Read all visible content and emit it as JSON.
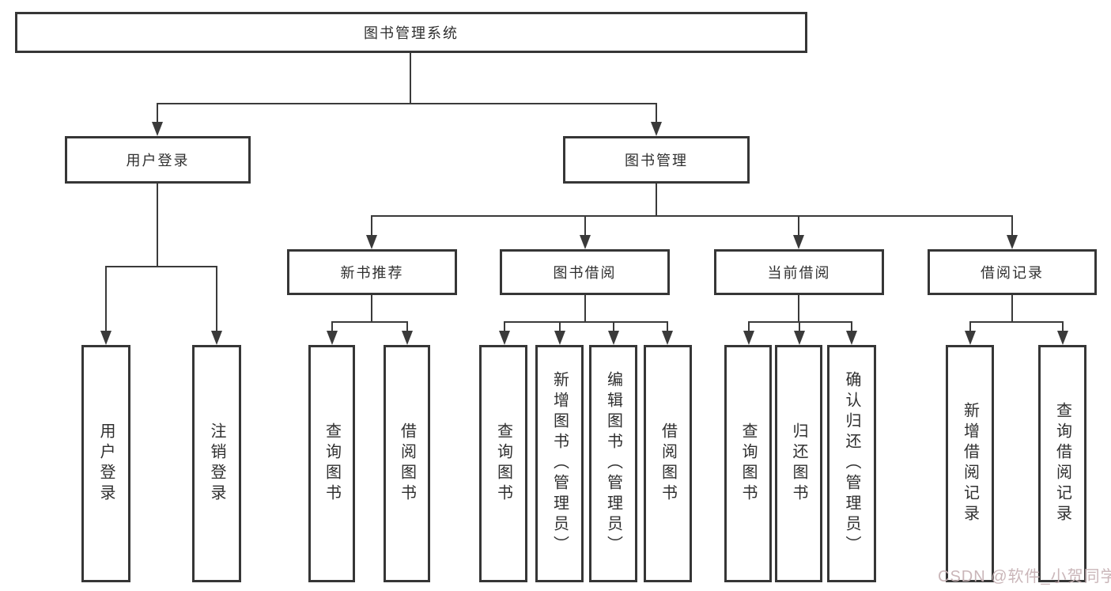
{
  "diagram": {
    "root": {
      "label": "图书管理系统"
    },
    "level2": [
      {
        "label": "用户登录"
      },
      {
        "label": "图书管理"
      }
    ],
    "level3": [
      {
        "label": "新书推荐"
      },
      {
        "label": "图书借阅"
      },
      {
        "label": "当前借阅"
      },
      {
        "label": "借阅记录"
      }
    ],
    "leaves": [
      {
        "label": "用户登录"
      },
      {
        "label": "注销登录"
      },
      {
        "label": "查询图书"
      },
      {
        "label": "借阅图书"
      },
      {
        "label": "查询图书"
      },
      {
        "label": "新增图书（管理员）"
      },
      {
        "label": "编辑图书（管理员）"
      },
      {
        "label": "借阅图书"
      },
      {
        "label": "查询图书"
      },
      {
        "label": "归还图书"
      },
      {
        "label": "确认归还（管理员）"
      },
      {
        "label": "新增借阅记录"
      },
      {
        "label": "查询借阅记录"
      }
    ],
    "colors": {
      "line": "#3a3a3a",
      "box_border": "#363636",
      "text": "#2f2f2f",
      "background": "#ffffff",
      "watermark": "#c7b2b5"
    }
  },
  "watermark": {
    "text": "CSDN @软件_小贺同学"
  }
}
